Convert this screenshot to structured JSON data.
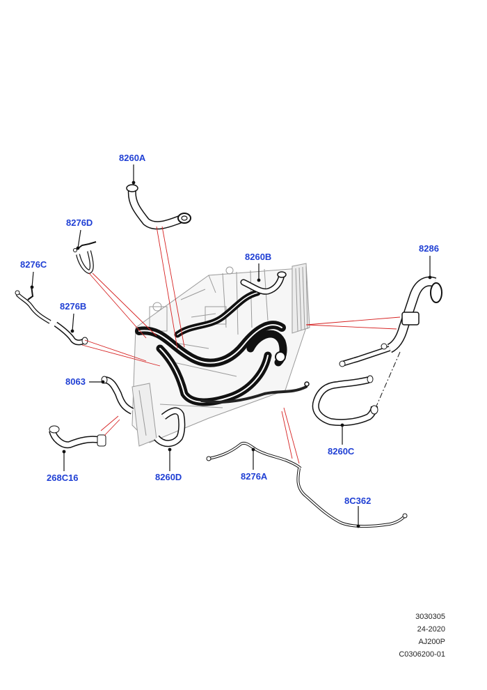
{
  "callouts": {
    "c8260A": "8260A",
    "c8276D": "8276D",
    "c8276C": "8276C",
    "c8276B": "8276B",
    "c8260B": "8260B",
    "c8286": "8286",
    "c8063": "8063",
    "c268C16": "268C16",
    "c8260D": "8260D",
    "c8276A": "8276A",
    "c8260C": "8260C",
    "c8C362": "8C362"
  },
  "reference_block": {
    "line1": "3030305",
    "line2": "24-2020",
    "line3": "AJ200P",
    "line4": "C0306200-01"
  },
  "colors": {
    "callout_text": "#1f3fd4",
    "leader_line": "#d62020",
    "part_outline": "#111111",
    "engine_lines": "#9a9a9a"
  }
}
